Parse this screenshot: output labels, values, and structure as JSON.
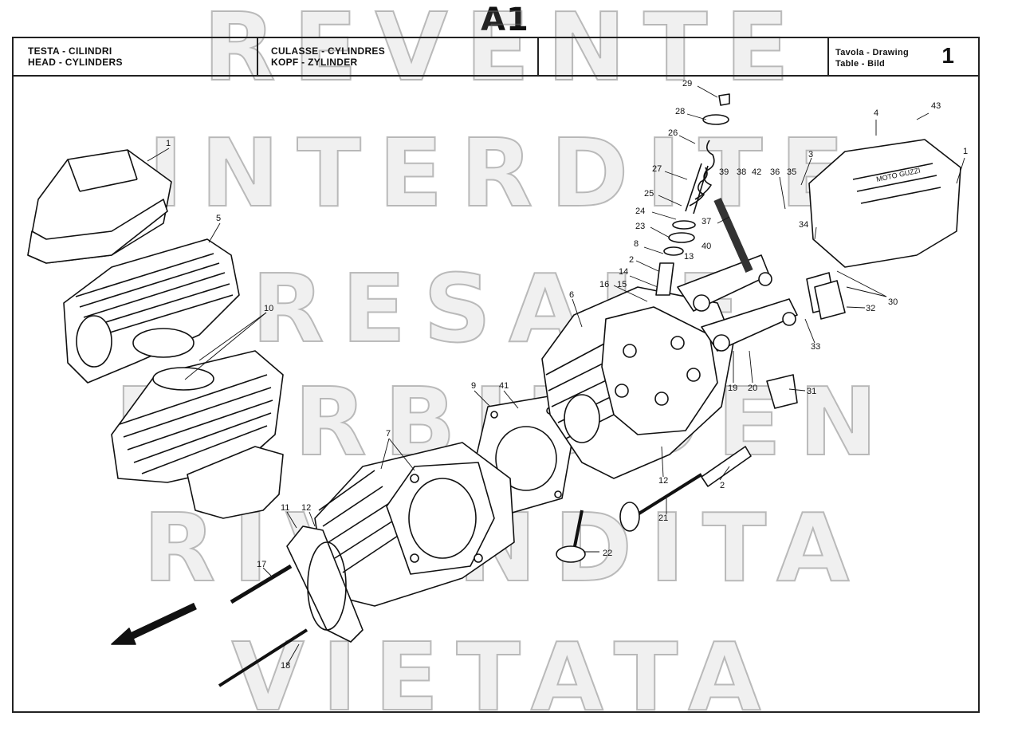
{
  "page_code": "A1",
  "header": {
    "title_it": "TESTA - CILINDRI",
    "title_en": "HEAD - CYLINDERS",
    "title_fr": "CULASSE - CYLINDRES",
    "title_de": "KOPF - ZYLINDER",
    "table_label_1": "Tavola - Drawing",
    "table_label_2": "Table - Bild",
    "table_number": "1"
  },
  "watermark": [
    "REVENTE",
    "INTERDITE",
    "RESALE",
    "FORBIDDEN",
    "RIVENDITA",
    "VIETATA"
  ],
  "brand_marking": "MOTO GUZZI",
  "callouts": [
    "1",
    "5",
    "10",
    "9",
    "41",
    "7",
    "11",
    "12",
    "17",
    "18",
    "6",
    "16",
    "15",
    "14",
    "2",
    "8",
    "23",
    "24",
    "25",
    "27",
    "26",
    "28",
    "29",
    "37",
    "39",
    "38",
    "42",
    "36",
    "35",
    "40",
    "13",
    "34",
    "3",
    "4",
    "43",
    "1",
    "30",
    "32",
    "33",
    "19",
    "20",
    "31",
    "12",
    "21",
    "2",
    "22"
  ]
}
